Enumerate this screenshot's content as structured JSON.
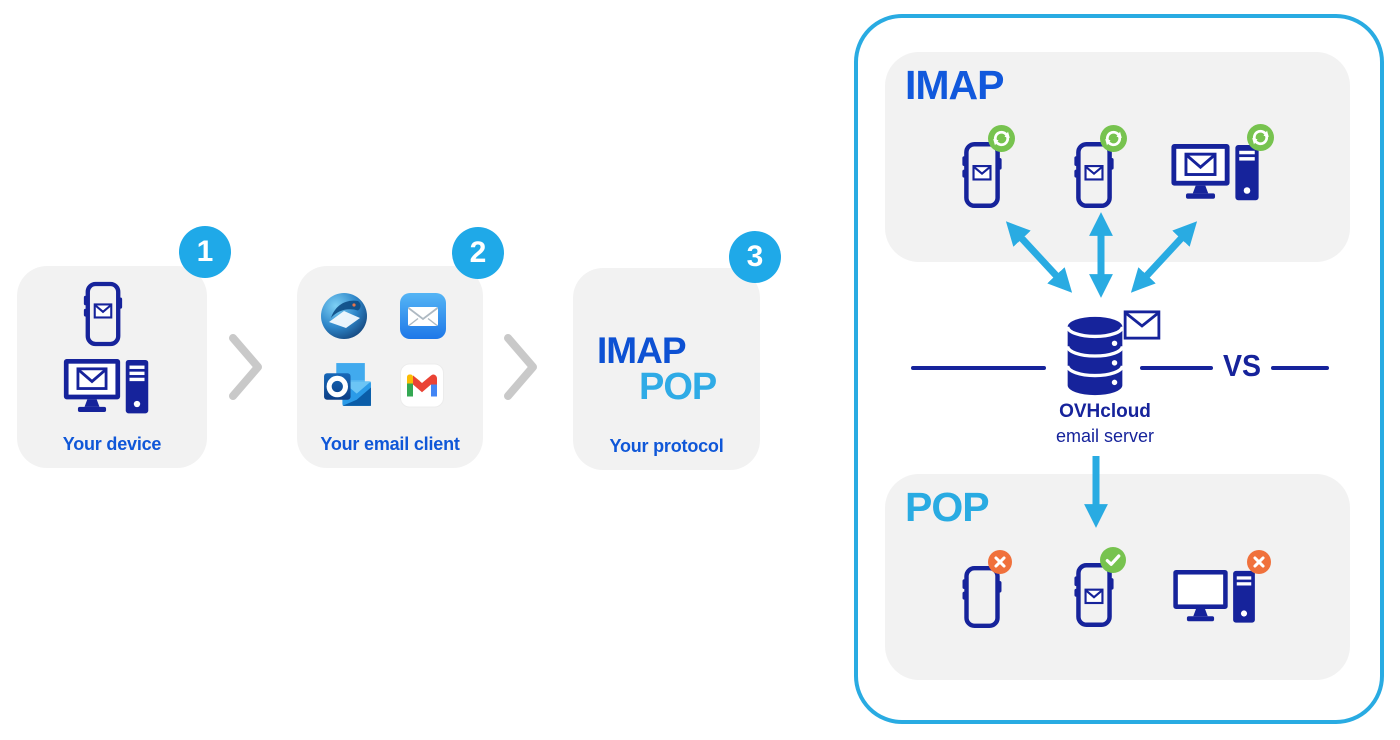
{
  "flow": {
    "step1": {
      "badge": "1",
      "label": "Your device"
    },
    "step2": {
      "badge": "2",
      "label": "Your email client"
    },
    "step3": {
      "badge": "3",
      "label": "Your protocol",
      "imap_word": "IMAP",
      "pop_word": "POP"
    }
  },
  "comparison": {
    "imap_title": "IMAP",
    "pop_title": "POP",
    "vs_label": "VS",
    "server": {
      "name": "OVHcloud",
      "subtitle": "email server"
    },
    "imap_devices": [
      {
        "device": "smartphone",
        "has_mail": true,
        "badge": "sync"
      },
      {
        "device": "smartphone",
        "has_mail": true,
        "badge": "sync"
      },
      {
        "device": "desktop-computer",
        "has_mail": true,
        "badge": "sync"
      }
    ],
    "pop_devices": [
      {
        "device": "smartphone",
        "has_mail": false,
        "badge": "cross"
      },
      {
        "device": "smartphone",
        "has_mail": true,
        "badge": "check"
      },
      {
        "device": "desktop-computer",
        "has_mail": false,
        "badge": "cross"
      }
    ]
  },
  "icons": {
    "smartphone-mail-icon": "navy outlined phone with envelope on screen",
    "smartphone-empty-icon": "navy outlined phone with blank screen",
    "desktop-mail-icon": "navy monitor with envelope plus tower",
    "desktop-empty-icon": "navy monitor with blank screen plus tower",
    "thunderbird-icon": "blue bird wrapped around white envelope",
    "apple-mail-icon": "blue rounded square with white envelope",
    "outlook-icon": "blue square with white O and envelope",
    "gmail-icon": "white rounded square with multicolor M",
    "database-icon": "navy stacked cylinder email server",
    "envelope-icon": "navy outlined envelope",
    "sync-icon": "green circle with white circular arrows",
    "check-icon": "green circle with white checkmark",
    "cross-icon": "orange circle with white x",
    "chevron-right-icon": "gray right chevron",
    "double-arrow-icon": "sky blue double-headed arrow",
    "down-arrow-icon": "sky blue downward arrow"
  },
  "colors": {
    "navy": "#16239B",
    "royal_blue": "#0F57D8",
    "sky_blue": "#29ABE2",
    "badge_blue": "#1FA9E8",
    "card_gray": "#F2F2F2",
    "success_green": "#77C34F",
    "error_orange": "#F0713C",
    "chevron_gray": "#C9C9C9"
  }
}
